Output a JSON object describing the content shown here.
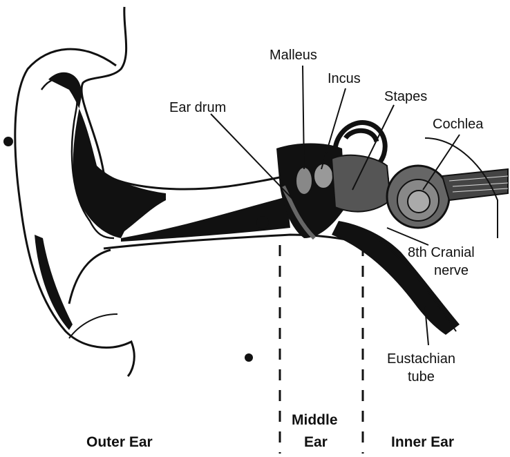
{
  "labels": {
    "malleus": "Malleus",
    "incus": "Incus",
    "stapes": "Stapes",
    "ear_drum": "Ear drum",
    "cochlea": "Cochlea",
    "cranial_nerve_line1": "8th Cranial",
    "cranial_nerve_line2": "nerve",
    "eustachian_line1": "Eustachian",
    "eustachian_line2": "tube"
  },
  "regions": {
    "outer_ear": "Outer Ear",
    "middle_ear_line1": "Middle",
    "middle_ear_line2": "Ear",
    "inner_ear": "Inner Ear"
  },
  "colors": {
    "ink": "#111111",
    "paper": "#ffffff"
  }
}
